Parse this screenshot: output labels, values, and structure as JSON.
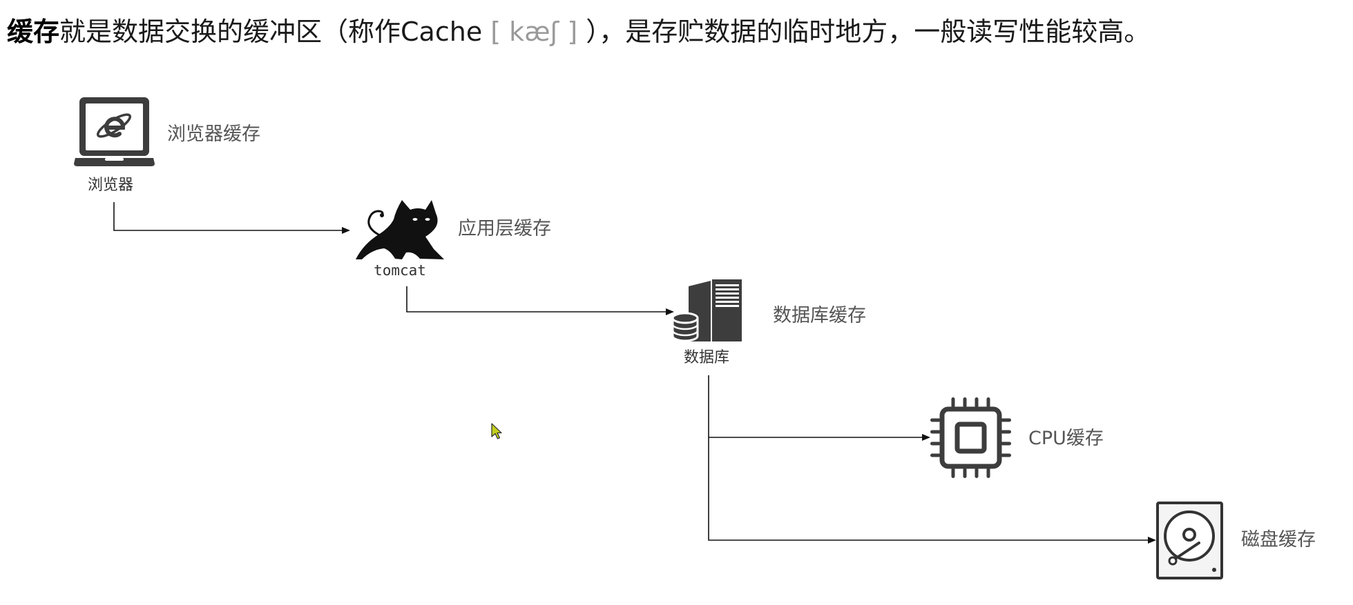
{
  "heading": {
    "bold": "缓存",
    "text": "就是数据交换的缓冲区（称作Cache ",
    "phonetic": "[ kæʃ ]",
    "tail": " ），是存贮数据的临时地方，一般读写性能较高。"
  },
  "nodes": {
    "browser": {
      "icon": "laptop-ie-icon",
      "icon_label": "浏览器",
      "cache_label": "浏览器缓存"
    },
    "app": {
      "icon": "tomcat-cat-icon",
      "icon_label": "tomcat",
      "cache_label": "应用层缓存"
    },
    "database": {
      "icon": "database-server-icon",
      "icon_label": "数据库",
      "cache_label": "数据库缓存"
    },
    "cpu": {
      "icon": "cpu-chip-icon",
      "cache_label": "CPU缓存"
    },
    "disk": {
      "icon": "hard-disk-icon",
      "cache_label": "磁盘缓存"
    }
  },
  "cursor": {
    "icon": "mouse-pointer-icon"
  },
  "colors": {
    "icon": "#3d3d3d",
    "label": "#555555",
    "phonetic": "#9a9a9a",
    "heading": "#1a1a1a",
    "cursor": "#c2cf1e"
  }
}
